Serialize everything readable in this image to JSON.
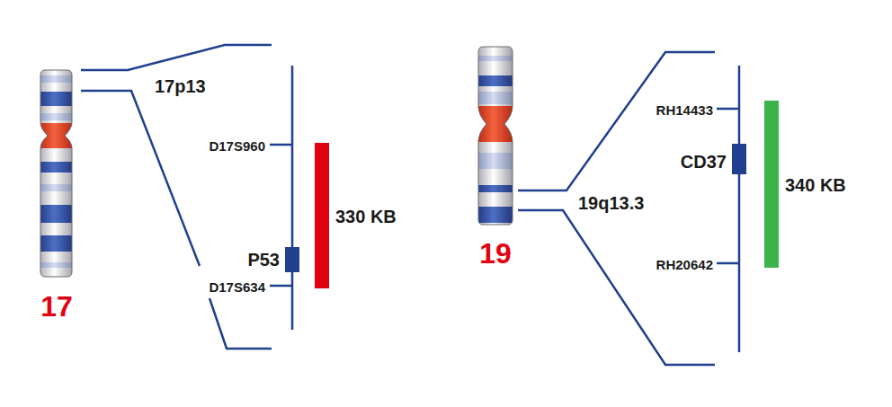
{
  "diagram": {
    "labels": [
      "17p13",
      "D17S960",
      "P53",
      "D17S634",
      "330 KB",
      "17",
      "RH14433",
      "CD37",
      "RH20642",
      "340 KB",
      "19",
      "19q13.3"
    ]
  }
}
